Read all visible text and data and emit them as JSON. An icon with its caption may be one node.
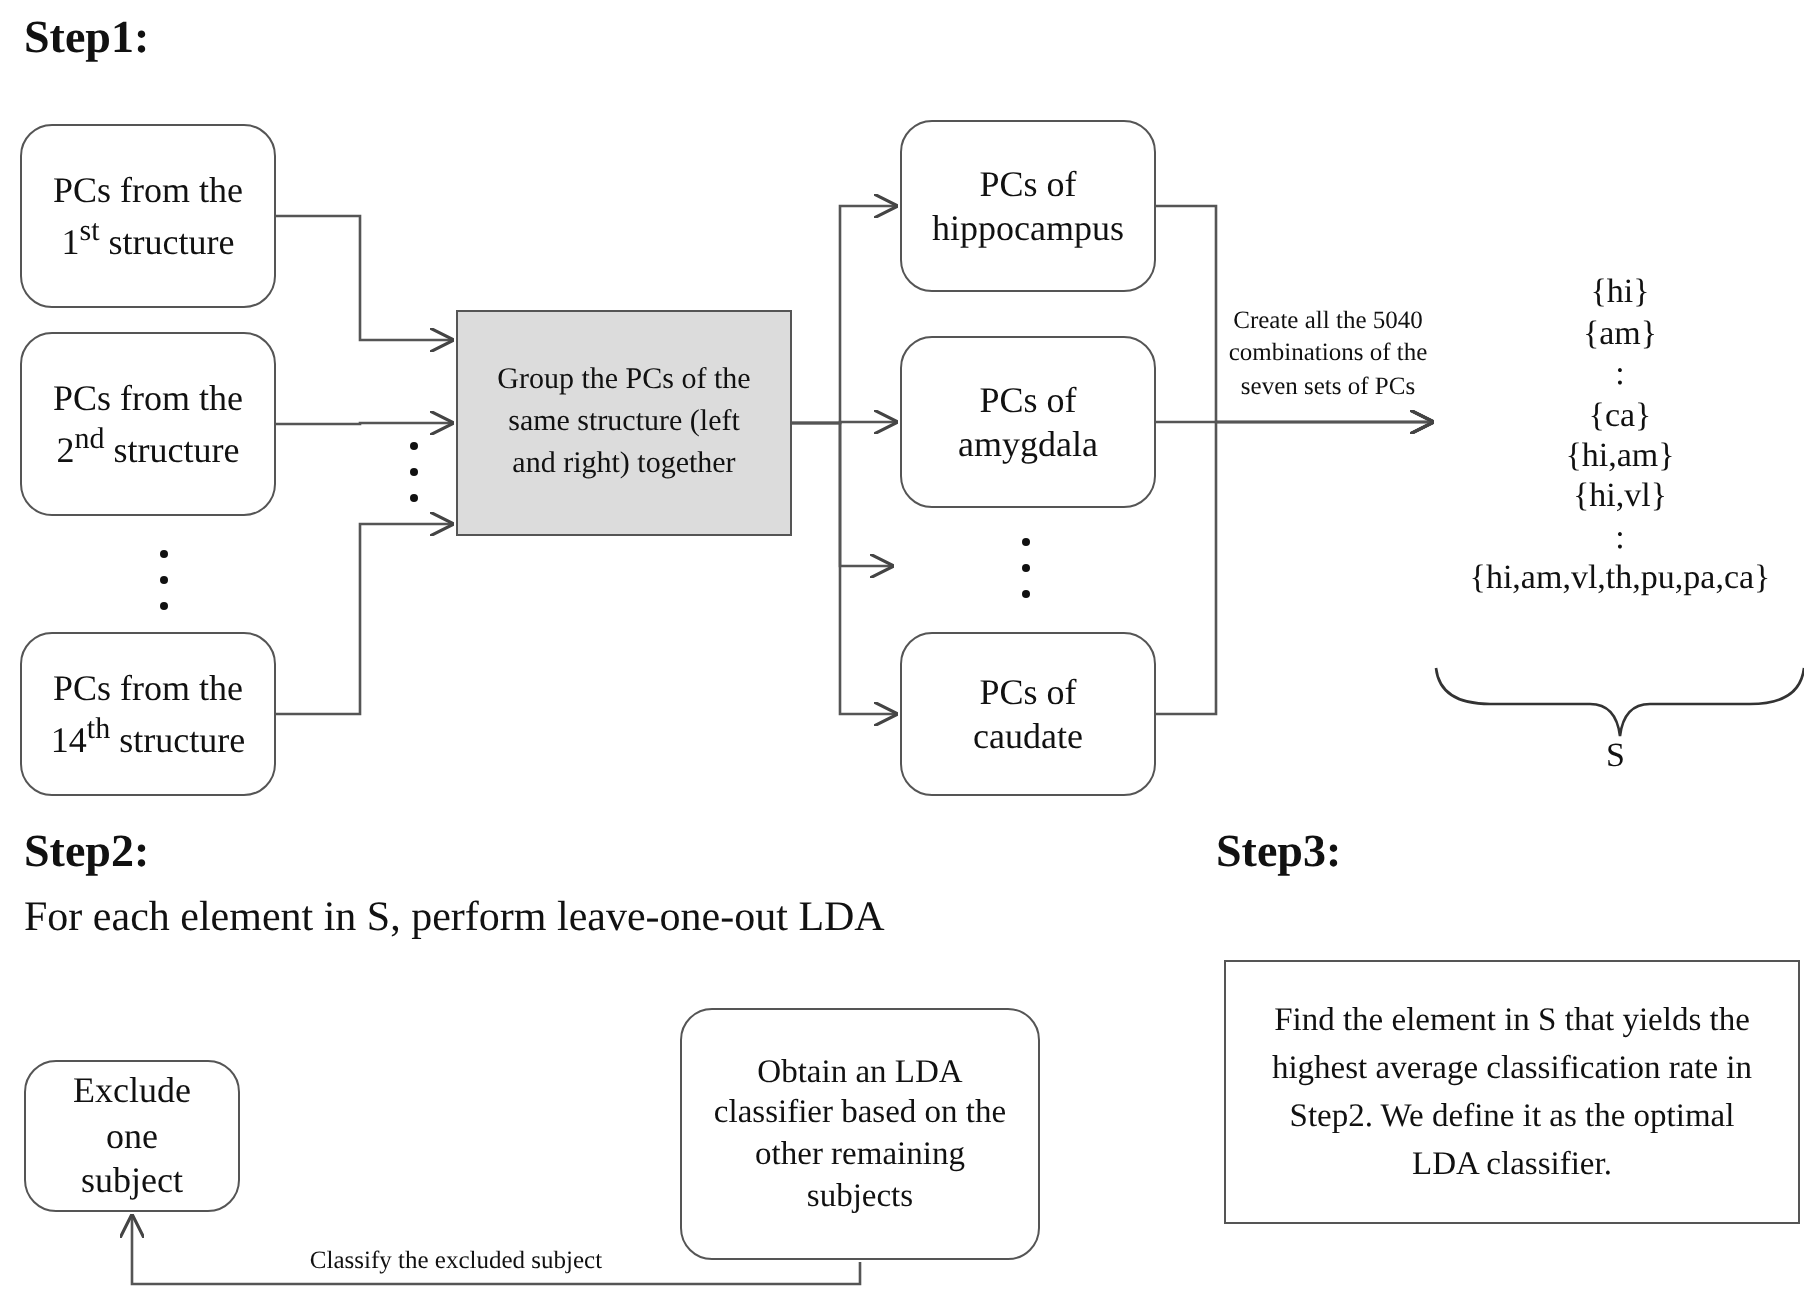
{
  "diagram": {
    "nodes": [
      {
        "text": [
          "PCs from the 1$^{st}$ structure"
        ]
      },
      {
        "text": [
          "PCs from the 2$^{nd}$ structure"
        ]
      },
      {
        "text": [
          "PCs from the 14$^{th}$ structure"
        ]
      },
      {
        "text": [
          "Group the PCs of the same structure (left and right) together"
        ]
      },
      {
        "text": [
          "PCs of hippocampus"
        ]
      },
      {
        "text": [
          "PCs of amygdala"
        ]
      },
      {
        "text": [
          "PCs of caudate"
        ]
      },
      {
        "text": [
          "{hi}",
          "{am}",
          ":",
          "{ca}",
          "{hi,am}",
          "{hi,vl}",
          ":",
          "{hi,am,vl,th,pu,pa,ca}"
        ]
      },
      {
        "text": [
          "Exclude one subject"
        ]
      },
      {
        "text": [
          "Obtain an LDA classifier based on the other remaining subjects"
        ]
      },
      {
        "text": [
          "Find the element in S that yields the highest average classification rate in Step2. We define it as the optimal LDA classifier."
        ]
      }
    ],
    "edges": [
      {
        "from": 0,
        "to": 3,
        "arrow": "to"
      },
      {
        "from": 1,
        "to": 3,
        "arrow": "to"
      },
      {
        "from": 2,
        "to": 3,
        "arrow": "to"
      },
      {
        "from": 3,
        "to": 4,
        "arrow": "to"
      },
      {
        "from": 3,
        "to": 5,
        "arrow": "to"
      },
      {
        "from": 3,
        "to": null,
        "arrow": "to"
      },
      {
        "from": 3,
        "to": 6,
        "arrow": "to"
      },
      {
        "from": 4,
        "to": 7,
        "arrow": "to"
      },
      {
        "from": 5,
        "to": 7,
        "arrow": "to",
        "label": "Create all the 5040 combinations of the seven sets of PCs"
      },
      {
        "from": 6,
        "to": 7,
        "arrow": "to"
      },
      {
        "from": 9,
        "to": 8,
        "arrow": "to",
        "label": "Classify the excluded subject"
      }
    ],
    "labels": [
      "Step1:",
      "S",
      "Step2:",
      "For each element in S, perform leave-one-out LDA",
      "Step3:"
    ]
  }
}
